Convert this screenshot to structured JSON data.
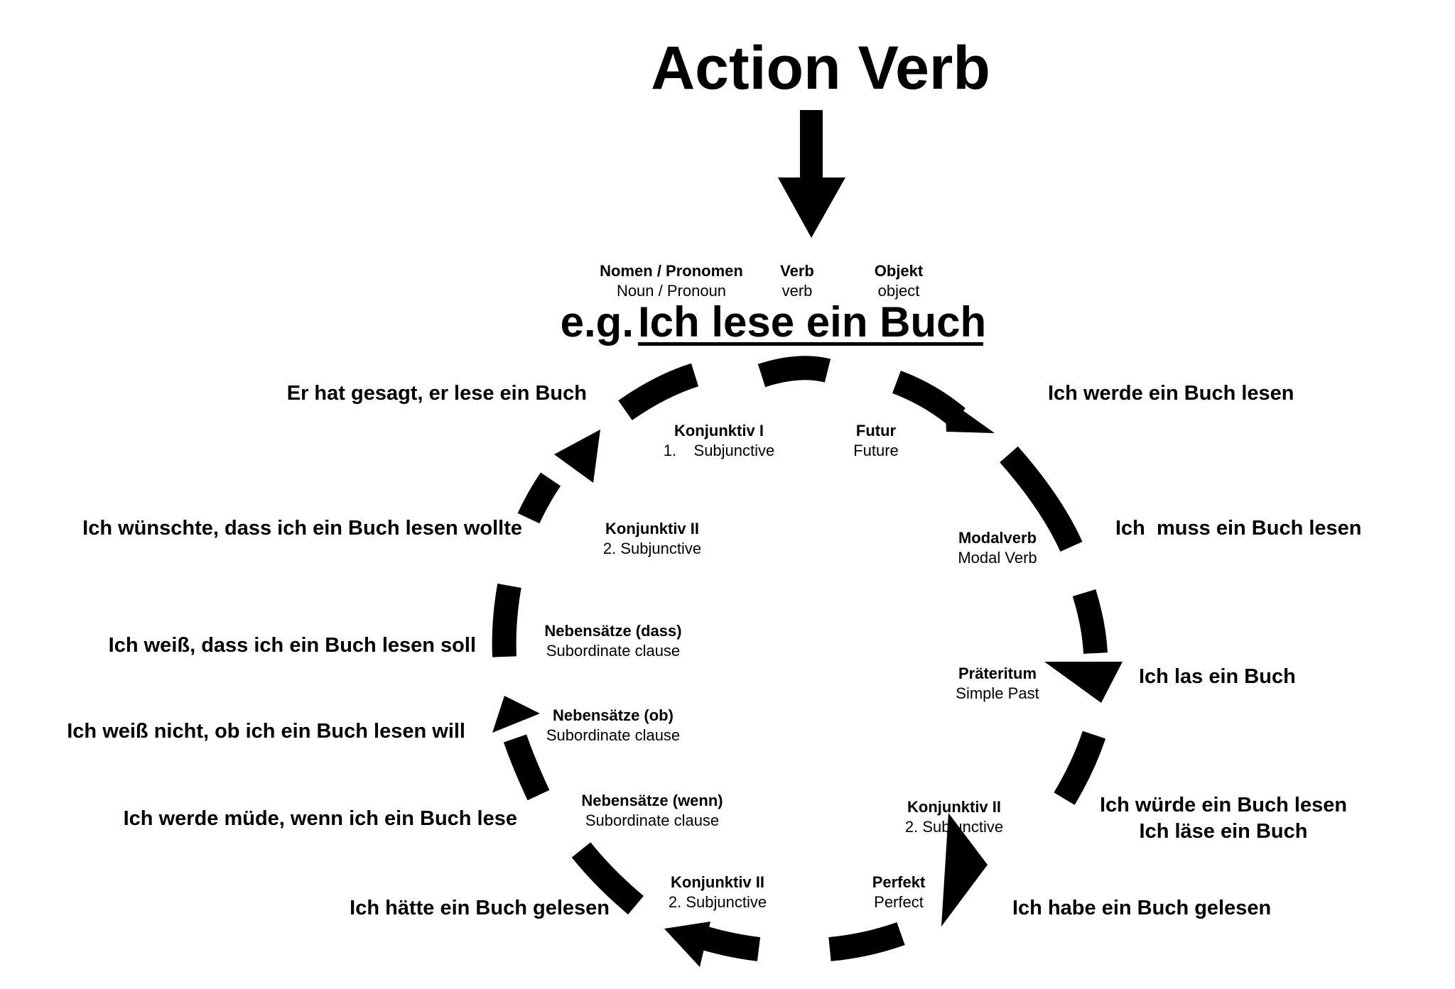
{
  "title": "Action Verb",
  "header_labels": [
    {
      "bold": "Nomen / Pronomen",
      "regular": "Noun / Pronoun"
    },
    {
      "bold": "Verb",
      "regular": "verb"
    },
    {
      "bold": "Objekt",
      "regular": "object"
    }
  ],
  "example": {
    "prefix": "e.g.",
    "sentence": "Ich lese ein Buch"
  },
  "inner_labels": [
    {
      "bold": "Konjunktiv I",
      "regular": "1.    Subjunctive"
    },
    {
      "bold": "Futur",
      "regular": "Future"
    },
    {
      "bold": "Konjunktiv II",
      "regular": "2. Subjunctive"
    },
    {
      "bold": "Modalverb",
      "regular": "Modal Verb"
    },
    {
      "bold": "Nebensätze (dass)",
      "regular": "Subordinate clause"
    },
    {
      "bold": "Präteritum",
      "regular": "Simple Past"
    },
    {
      "bold": "Nebensätze (ob)",
      "regular": "Subordinate clause"
    },
    {
      "bold": "Nebensätze (wenn)",
      "regular": "Subordinate clause"
    },
    {
      "bold": "Konjunktiv II",
      "regular": "2. Subjunctive"
    },
    {
      "bold": "Konjunktiv II",
      "regular": "2. Subjunctive"
    },
    {
      "bold": "Perfekt",
      "regular": "Perfect"
    }
  ],
  "sentences": [
    "Er hat gesagt, er lese ein Buch",
    "Ich werde ein Buch lesen",
    "Ich wünschte, dass ich ein Buch lesen wollte",
    "Ich  muss ein Buch lesen",
    "Ich weiß, dass ich ein Buch lesen soll",
    "Ich las ein Buch",
    "Ich weiß nicht, ob ich ein Buch lesen will",
    "Ich würde ein Buch lesen",
    "Ich läse ein Buch",
    "Ich werde müde, wenn ich ein Buch lese",
    "Ich hätte ein Buch gelesen",
    "Ich habe ein Buch gelesen"
  ]
}
